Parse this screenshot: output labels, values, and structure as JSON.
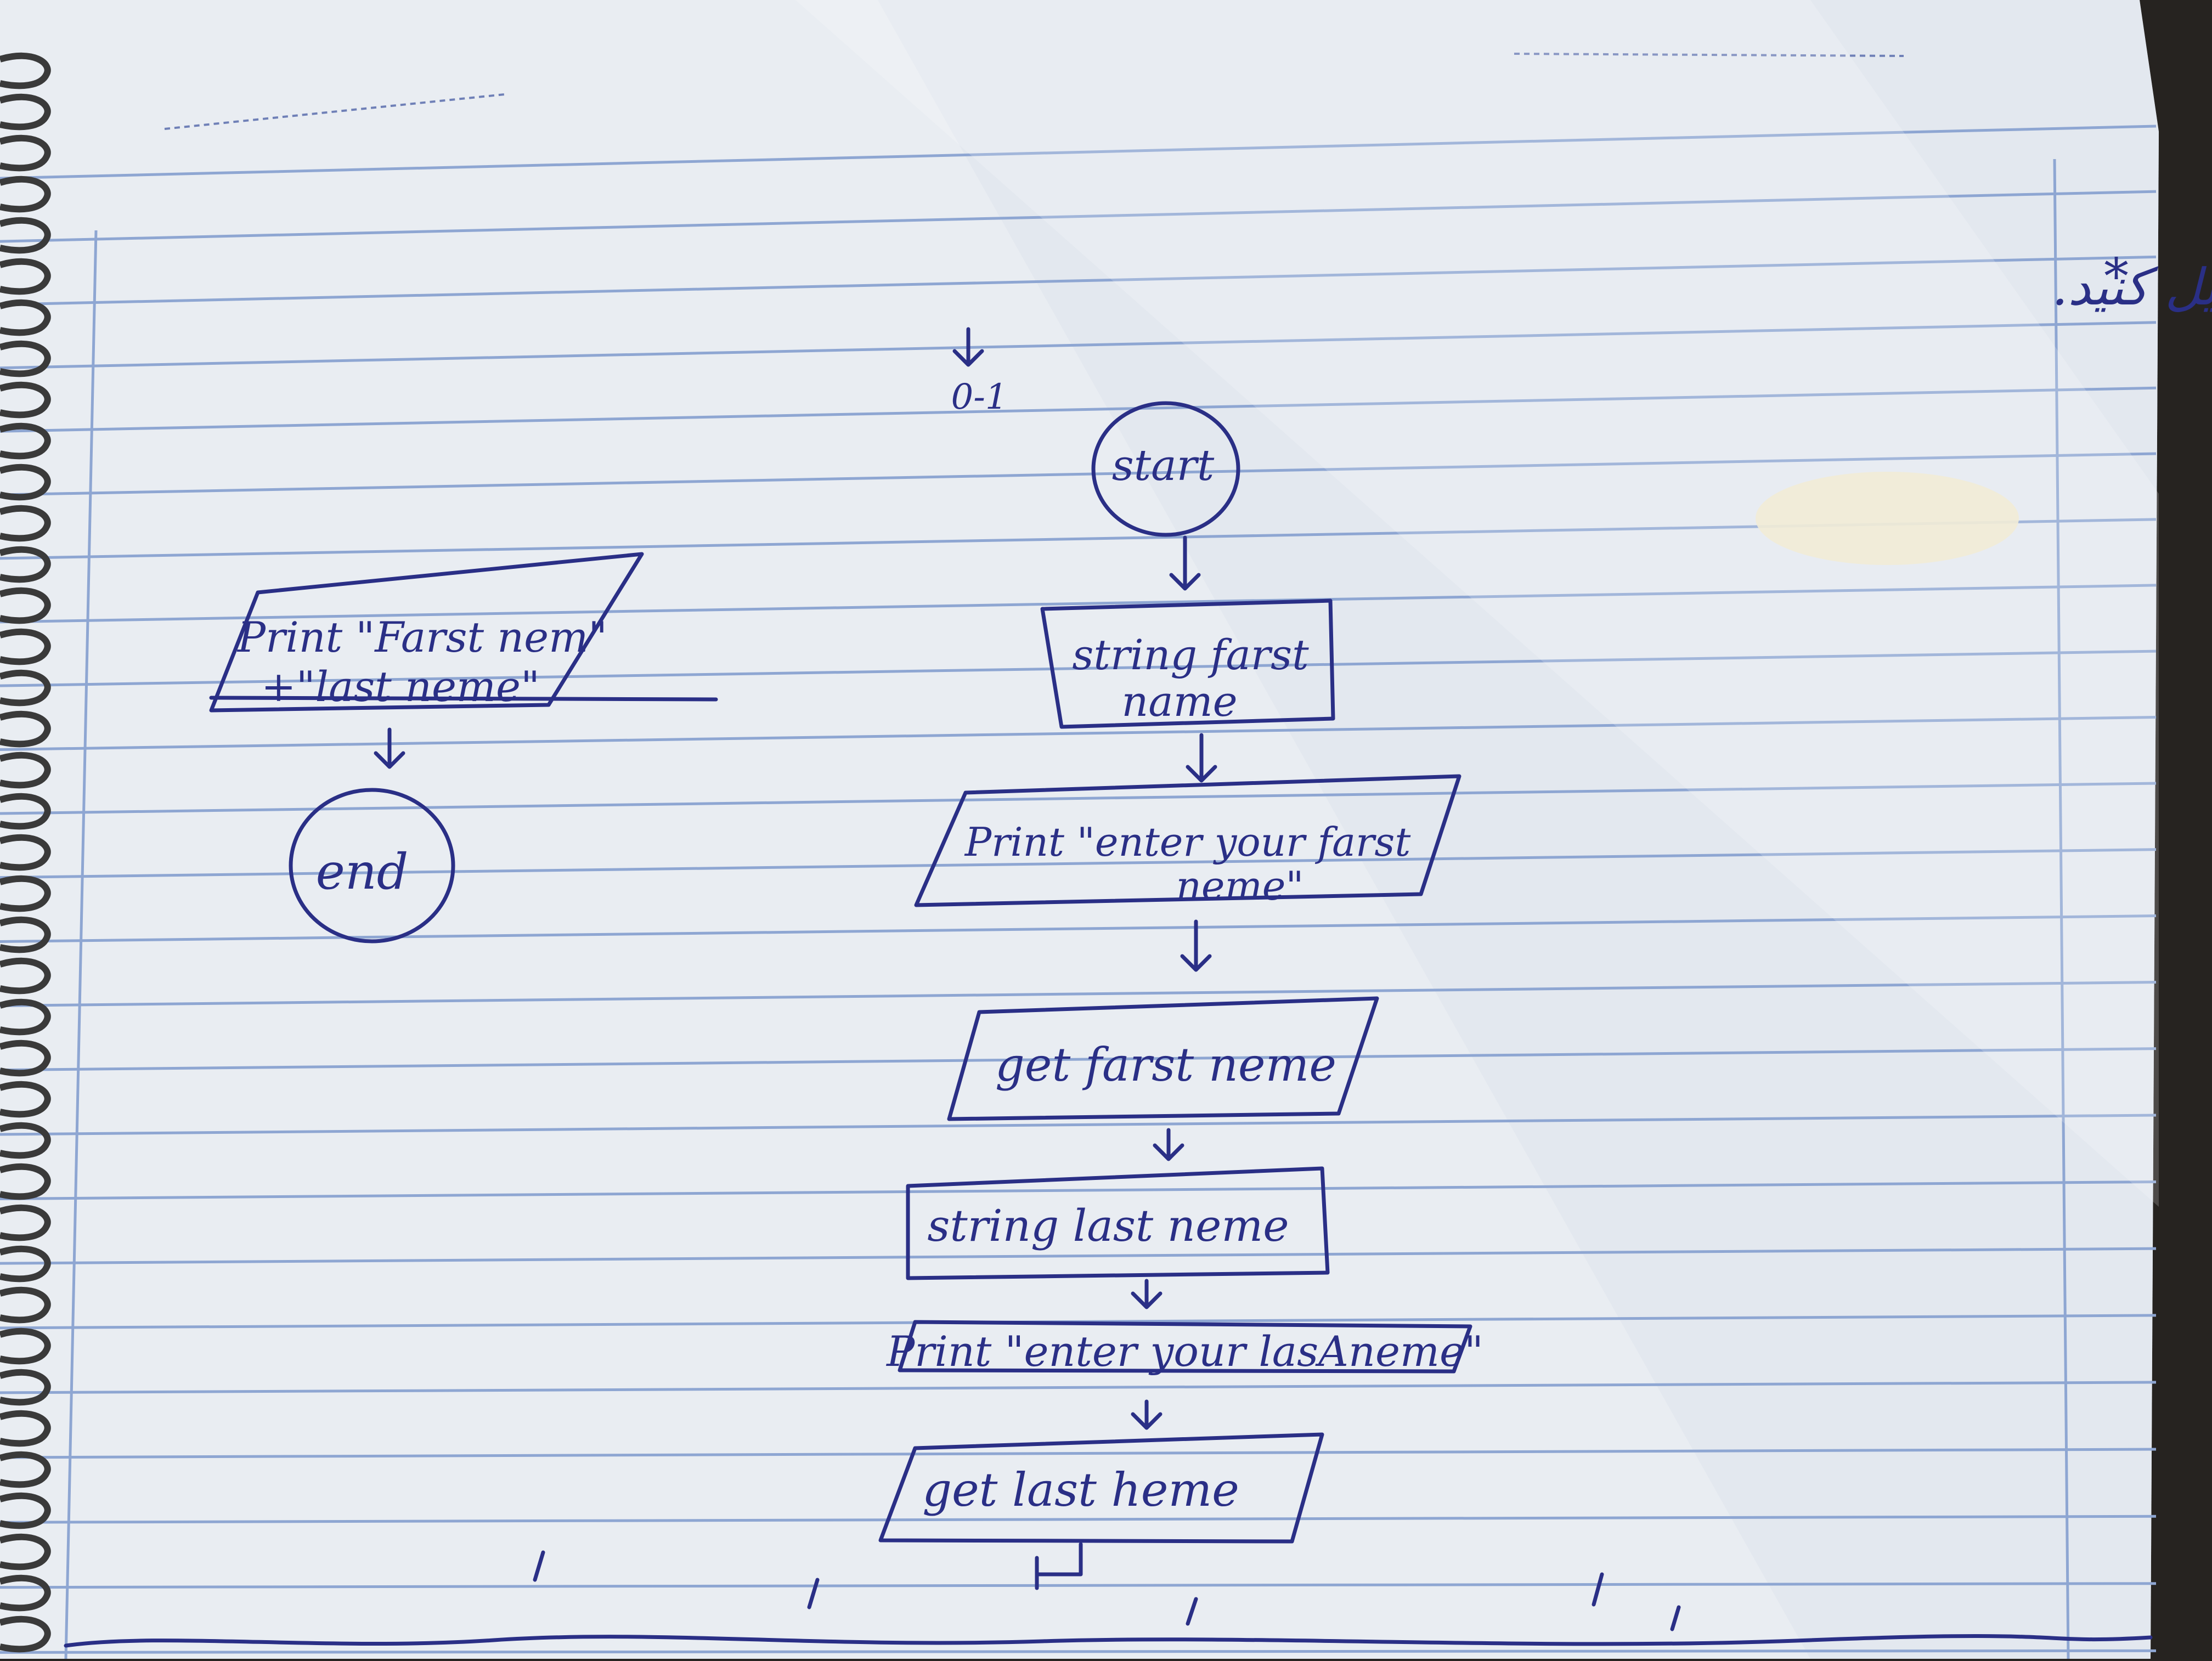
{
  "colors": {
    "paper": "#e9edf2",
    "ruled_line": "#8ea6d2",
    "ink": "#2a2f86",
    "background": "#262320"
  },
  "header": {
    "title_fa": "نام خود را از جدول اسکی حرف به حرف استخراج کرده و به باینری تبدیل کنید.",
    "marker": "*",
    "note": "0-1"
  },
  "flowchart": {
    "start": "start",
    "declare_first": [
      "string farst",
      "name"
    ],
    "prompt_first": [
      "Print \"enter your farst",
      "neme\""
    ],
    "get_first": "get farst neme",
    "declare_last": "string last neme",
    "prompt_last": "Print \"enter your lasAneme\"",
    "get_last": "get last heme",
    "print_result": [
      "Print \"Farst nem\"",
      "+\"last neme\""
    ],
    "end": "end"
  }
}
